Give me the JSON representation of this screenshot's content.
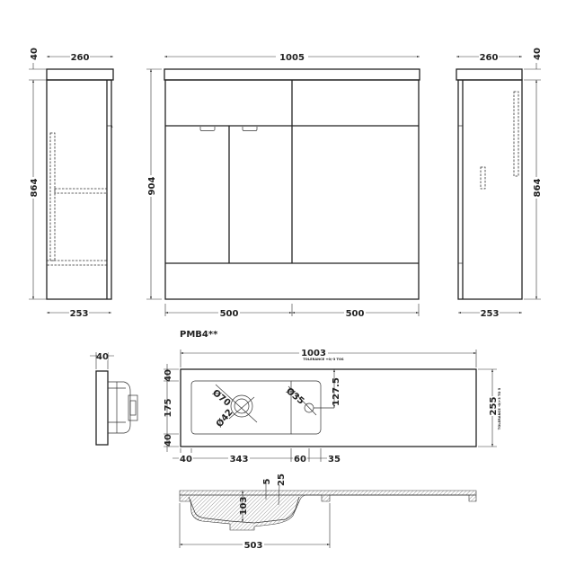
{
  "model_code": "PMB4**",
  "left_side_view": {
    "top_depth": "260",
    "top_thickness": "40",
    "body_height": "864",
    "body_depth": "253"
  },
  "front_view": {
    "total_width": "1005",
    "total_height": "904",
    "left_half_width": "500",
    "right_half_width": "500"
  },
  "right_side_view": {
    "top_depth": "260",
    "top_thickness": "40",
    "body_height": "864",
    "body_depth": "253"
  },
  "basin_side_view": {
    "thickness": "40"
  },
  "basin_plan": {
    "width": "1003",
    "width_tolerance": "TOLERANCE +0/-3 TOS",
    "depth": "255",
    "depth_tolerance": "TOLERANCE -0/+3 TO 5",
    "left_margins": [
      "40",
      "175",
      "40"
    ],
    "bottom_dims": [
      "40",
      "343",
      "60",
      "35"
    ],
    "tap_offset": "127.5",
    "waste_outer": "Ø70",
    "waste_inner": "Ø42",
    "tap_hole": "Ø35"
  },
  "basin_section": {
    "width": "503",
    "depth": "103",
    "rim": "5",
    "lip": "25"
  }
}
